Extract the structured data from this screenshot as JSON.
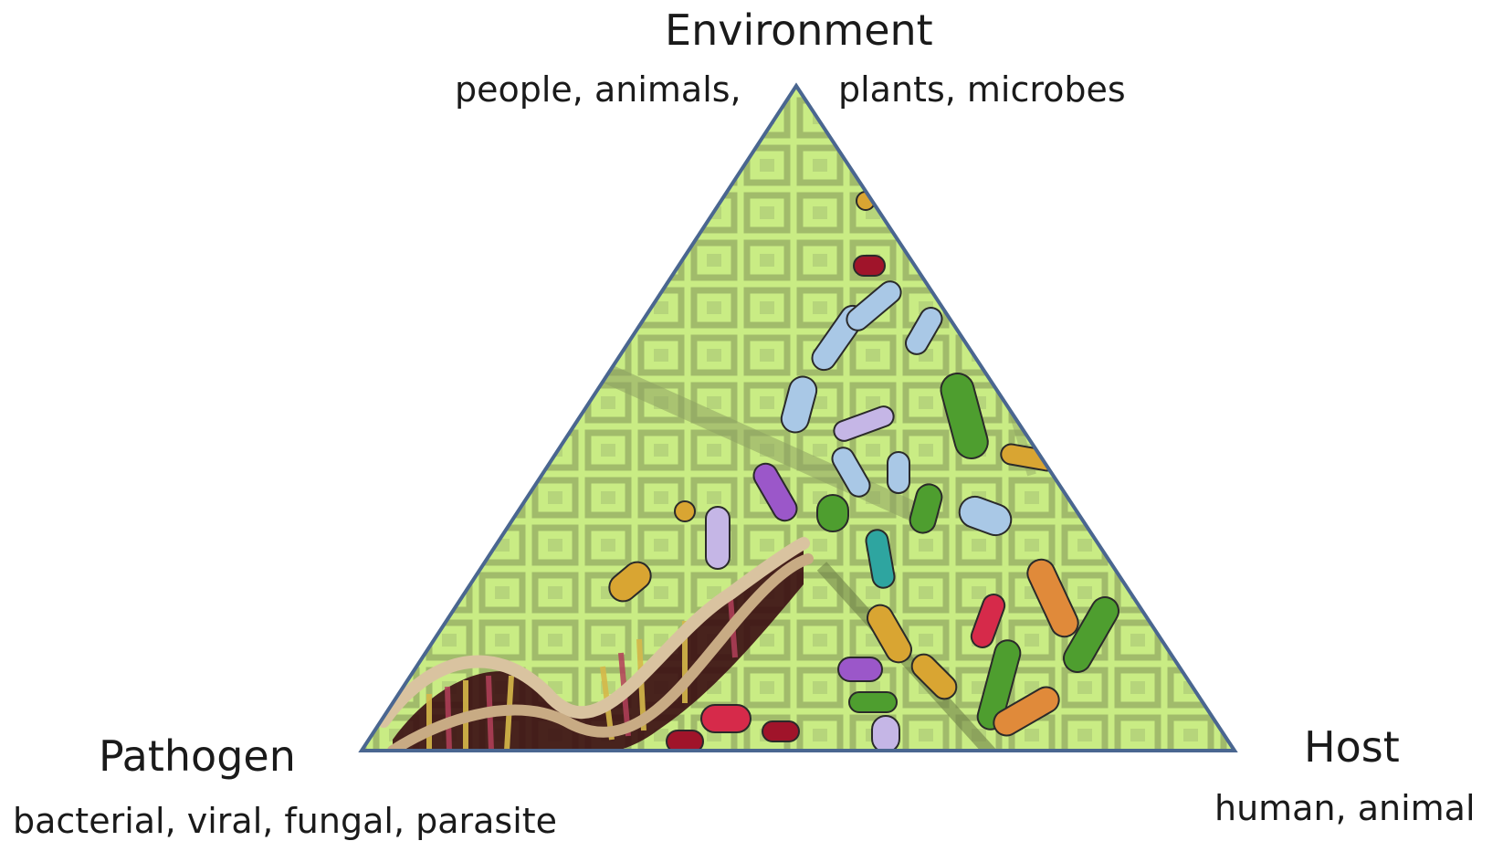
{
  "diagram": {
    "environment": {
      "title": "Environment",
      "examples_left": "people, animals,",
      "examples_right": "plants, microbes"
    },
    "pathogen": {
      "title": "Pathogen",
      "examples": "bacterial, viral, fungal, parasite"
    },
    "host": {
      "title": "Host",
      "examples": "human, animal"
    }
  },
  "colors": {
    "triangle_fill": "#c9ec84",
    "triangle_stroke": "#4a6690",
    "map_texture": "#7a8e55",
    "dna_backbone": "#d9c3a0",
    "dna_core": "#3a0d12"
  }
}
